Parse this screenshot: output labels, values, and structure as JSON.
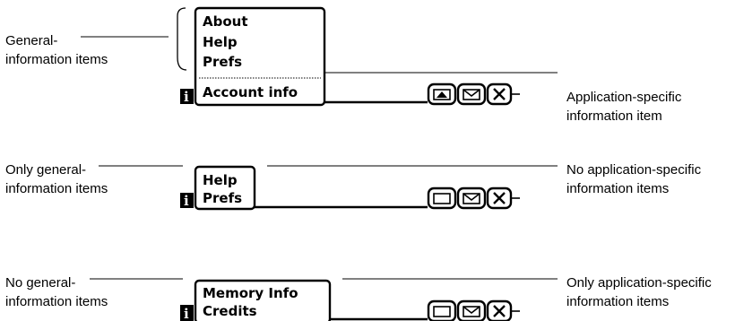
{
  "diagrams": [
    {
      "left_caption": [
        "General-",
        "information items"
      ],
      "menu_items": [
        "About",
        "Help",
        "Prefs"
      ],
      "app_item": "Account info",
      "right_caption": [
        "Application-specific",
        "information item"
      ]
    },
    {
      "left_caption": [
        "Only general-",
        "information items"
      ],
      "menu_items": [
        "Help",
        "Prefs"
      ],
      "right_caption": [
        "No application-specific",
        "information items"
      ]
    },
    {
      "left_caption": [
        "No general-",
        "information items"
      ],
      "menu_items": [
        "Memory Info",
        "Credits"
      ],
      "right_caption": [
        "Only application-specific",
        "information items"
      ]
    }
  ],
  "icons": {
    "info_badge": "info-icon",
    "folder": "folder-icon",
    "envelope": "envelope-icon",
    "close": "close-icon"
  }
}
